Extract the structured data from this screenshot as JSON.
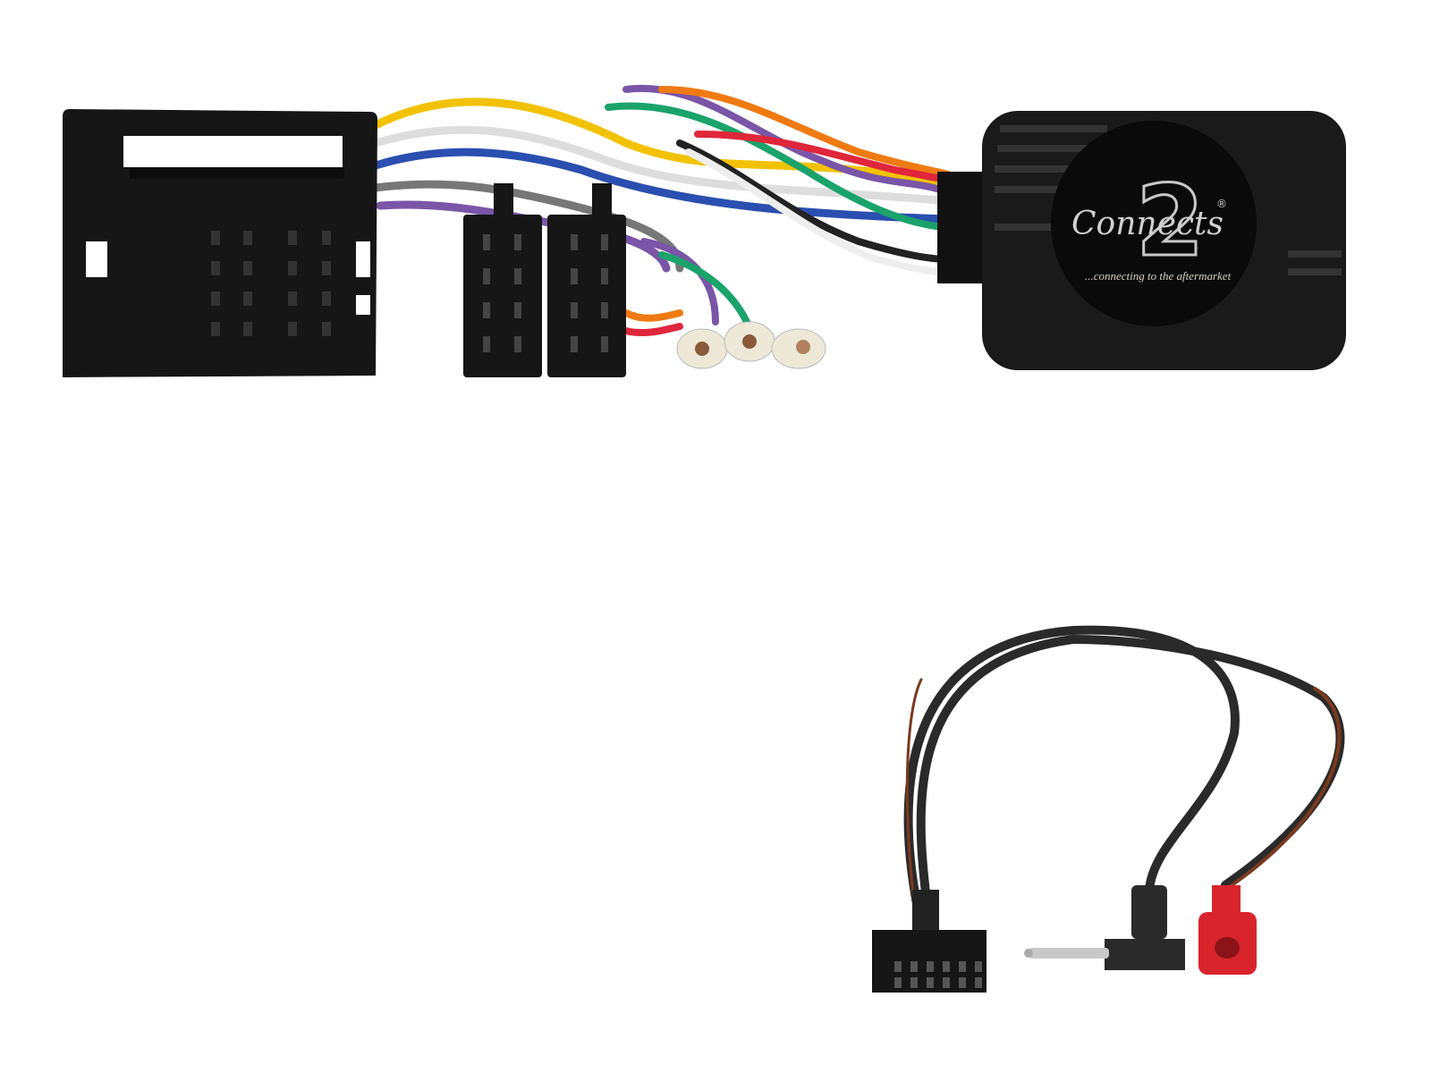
{
  "product": {
    "logo": {
      "brand_word": "Connects",
      "brand_number": "2",
      "registered_mark": "®",
      "tagline": "...connecting to the aftermarket"
    },
    "colors": {
      "background": "#ffffff",
      "connector_black": "#161616",
      "interface_box": "#1a1a1a",
      "logo_silver": "#c8c8c8",
      "wire_yellow": "#f2c200",
      "wire_orange": "#f07a12",
      "wire_red": "#e0263a",
      "wire_green": "#1aa36a",
      "wire_purple": "#7a55a8",
      "wire_blue": "#2a4fb0",
      "wire_white": "#eeeeee",
      "wire_grey": "#7a7a7a",
      "wire_brown": "#7a3a1e",
      "antenna_plug_red": "#d8242c"
    }
  }
}
